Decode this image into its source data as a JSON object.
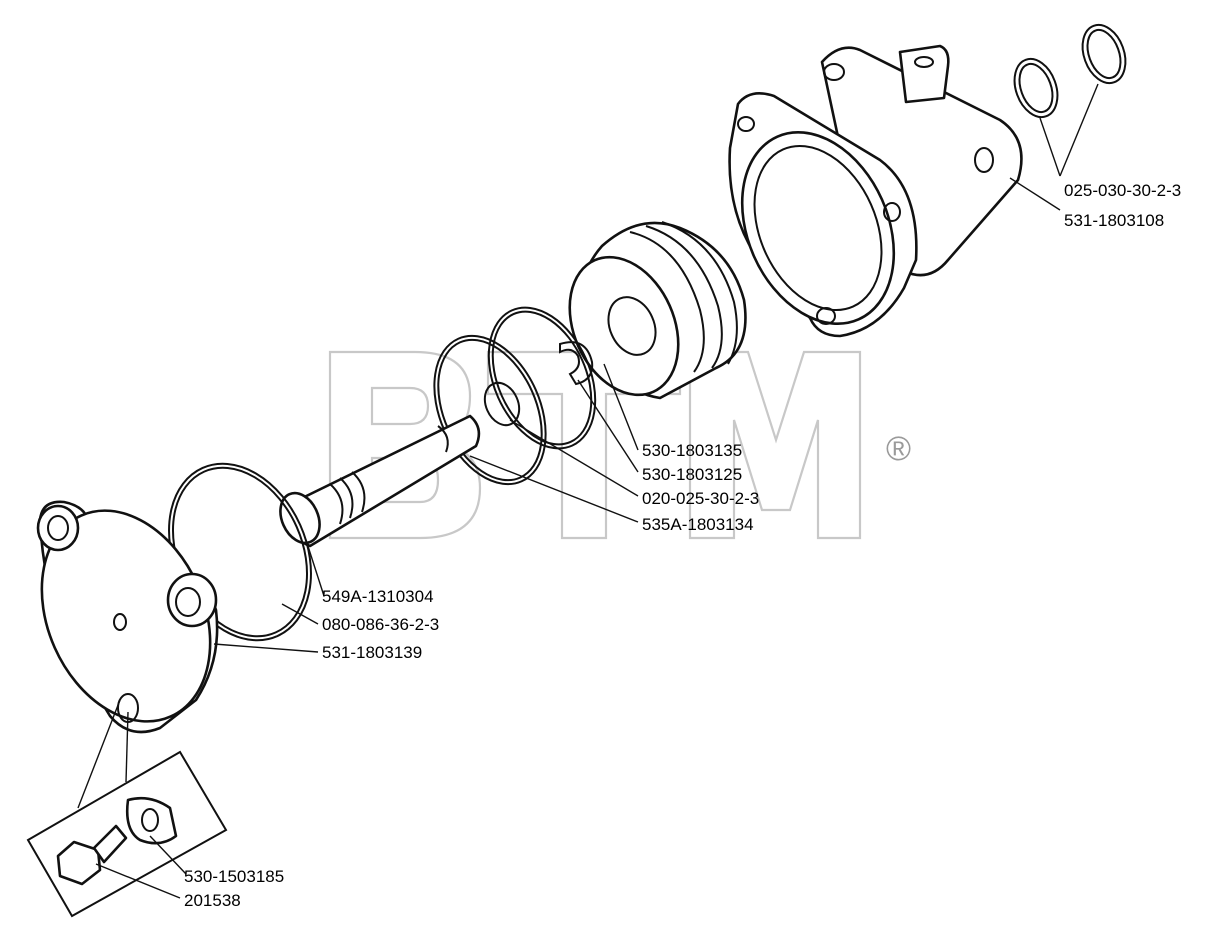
{
  "watermark": {
    "text": "BTM",
    "mark": "®"
  },
  "labels": {
    "ring_pair": "025-030-30-2-3",
    "housing": "531-1803108",
    "piston": "530-1803135",
    "retaining_ring": "530-1803125",
    "o_ring_small": "020-025-30-2-3",
    "o_ring_rod": "535A-1803134",
    "rod_seal": "549A-1310304",
    "o_ring_large": "080-086-36-2-3",
    "cover": "531-1803139",
    "plate": "530-1503185",
    "bolt": "201538"
  }
}
